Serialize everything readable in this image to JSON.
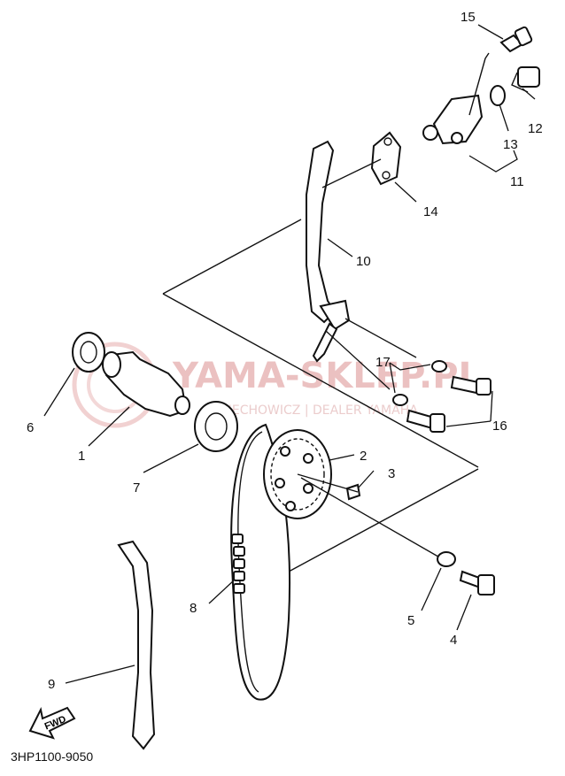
{
  "diagram_code": "3HP1100-9050",
  "fwd_label": "FWD",
  "watermark": {
    "main": "YAMA-SKLEP.PL",
    "sub": "ŚWIECHOWICZ | DEALER YAMAHA"
  },
  "callouts": {
    "c1": "1",
    "c2": "2",
    "c3": "3",
    "c4": "4",
    "c5": "5",
    "c6": "6",
    "c7": "7",
    "c8": "8",
    "c9": "9",
    "c10": "10",
    "c11": "11",
    "c12": "12",
    "c13": "13",
    "c14": "14",
    "c15": "15",
    "c16": "16",
    "c17": "17"
  }
}
